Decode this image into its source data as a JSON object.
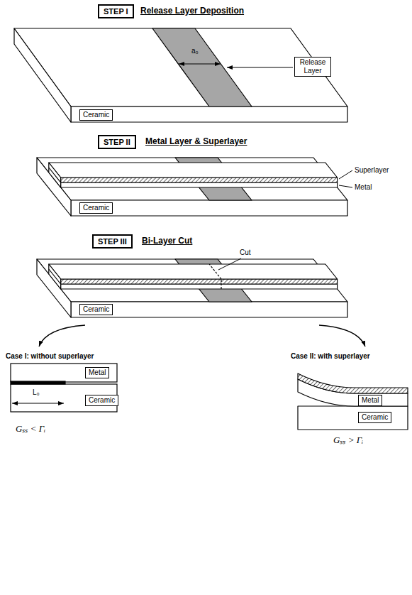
{
  "diagram": {
    "nodes": [
      {
        "text": [
          "STEP I"
        ]
      },
      {
        "text": [
          "Release Layer"
        ]
      },
      {
        "text": [
          "Ceramic"
        ]
      },
      {
        "text": [
          "STEP II"
        ]
      },
      {
        "text": [
          "Ceramic"
        ]
      },
      {
        "text": [
          "STEP III"
        ]
      },
      {
        "text": [
          "Ceramic"
        ]
      },
      {
        "text": [
          "Metal"
        ]
      },
      {
        "text": [
          "Ceramic"
        ]
      },
      {
        "text": [
          "Metal"
        ]
      },
      {
        "text": [
          "Ceramic"
        ]
      }
    ],
    "labels": [
      "Release Layer Deposition",
      "a₀",
      "Metal Layer & Superlayer",
      "Superlayer",
      "Metal",
      "Bi-Layer Cut",
      "Cut",
      "Case I: without superlayer",
      "L₀",
      "Gₛₛ < Γᵢ",
      "Case II: with superlayer",
      "Gₛₛ > Γᵢ"
    ]
  }
}
